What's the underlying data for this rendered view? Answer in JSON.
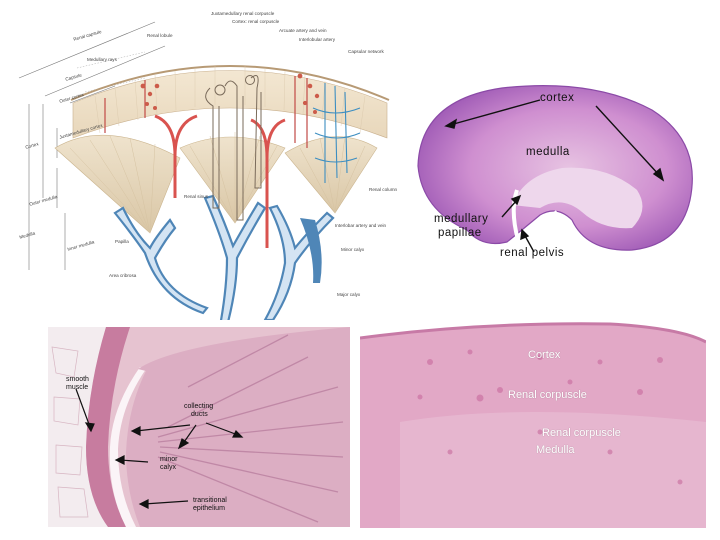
{
  "panels": {
    "nephron_diagram": {
      "labels": {
        "juxtamedullary": "Juxtamedullary renal corpuscle",
        "cortex_rc": "Cortex: renal corpuscle",
        "arcuate": "Arcuate artery and vein",
        "interlobular": "Interlobular artery",
        "capsular": "Capsular network",
        "renal_lobule": "Renal lobule",
        "medullary_rays": "Medullary rays",
        "renal_column": "Renal column",
        "interlobar": "Interlobar artery and vein",
        "minor_calyx": "Minor calyx",
        "major_calyx": "Major calyx",
        "papilla": "Papilla",
        "area_cribrosa": "Area cribrosa",
        "renal_capsule": "Renal capsule",
        "capsule": "Capsule",
        "outer_cortex": "Outer cortex",
        "juxtamedullary_cortex": "Juxtamedullary cortex",
        "outer_medulla": "Outer medulla",
        "inner_medulla": "Inner medulla",
        "cortex": "Cortex",
        "medulla": "Medulla",
        "renal_sinus": "Renal sinus"
      }
    },
    "kidney_section": {
      "labels": {
        "cortex": "cortex",
        "medulla": "medulla",
        "medullary_papillae_1": "medullary",
        "medullary_papillae_2": "papillae",
        "renal_pelvis": "renal pelvis"
      }
    },
    "papilla_histology": {
      "labels": {
        "smooth_muscle_1": "smooth",
        "smooth_muscle_2": "muscle",
        "collecting_ducts_1": "collecting",
        "collecting_ducts_2": "ducts",
        "minor_calyx_1": "minor",
        "minor_calyx_2": "calyx",
        "transitional_1": "transitional",
        "transitional_2": "epithelium"
      }
    },
    "cortex_histology": {
      "labels": {
        "cortex": "Cortex",
        "renal_corpuscle_1": "Renal corpuscle",
        "renal_corpuscle_2": "Renal corpuscle",
        "medulla": "Medulla"
      }
    }
  }
}
